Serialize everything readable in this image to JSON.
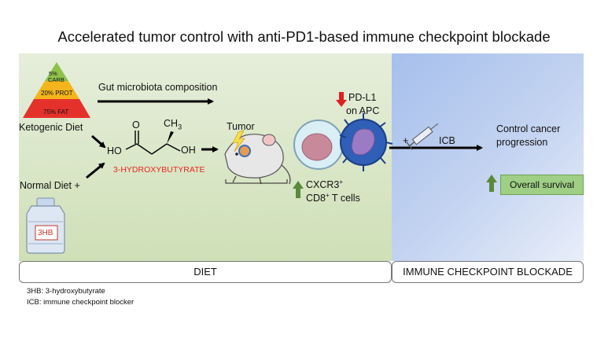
{
  "title": "Accelerated tumor control with anti-PD1-based immune checkpoint blockade",
  "pyramid": {
    "top": "5%",
    "top2": "CARB",
    "middle": "20% PROT",
    "bottom": "75% FAT"
  },
  "ketogenic_diet": "Ketogenic Diet",
  "normal_diet": "Normal Diet +",
  "gut_microbiota": "Gut microbiota composition",
  "molecule": {
    "ch3": "CH",
    "ch3_sub": "3",
    "o": "O",
    "ho": "HO",
    "oh": "OH",
    "name": "3-HYDROXYBUTYRATE"
  },
  "bottle_label": "3HB",
  "tumor": "Tumor",
  "pdl1": {
    "line1": "PD-L1",
    "line2": "on APC"
  },
  "cxcr3": {
    "line1": "CXCR3",
    "sup1": "+",
    "line2": "CD8",
    "sup2": "+",
    "line2_rest": " T cells"
  },
  "icb": {
    "plus": "+",
    "label": "ICB"
  },
  "control": {
    "line1": "Control cancer",
    "line2": "progression"
  },
  "overall_survival": "Overall survival",
  "diet_box": "DIET",
  "icb_box": "IMMUNE CHECKPOINT BLOCKADE",
  "footnotes": [
    "3HB: 3-hydroxybutyrate",
    "ICB: immune checkpoint blocker"
  ],
  "colors": {
    "red_text": "#e8261f",
    "down_arrow": "#e02020",
    "up_arrow": "#5a8a3a",
    "diet_bg": "#d7e6c4",
    "icb_bg": "#b8cbef"
  }
}
